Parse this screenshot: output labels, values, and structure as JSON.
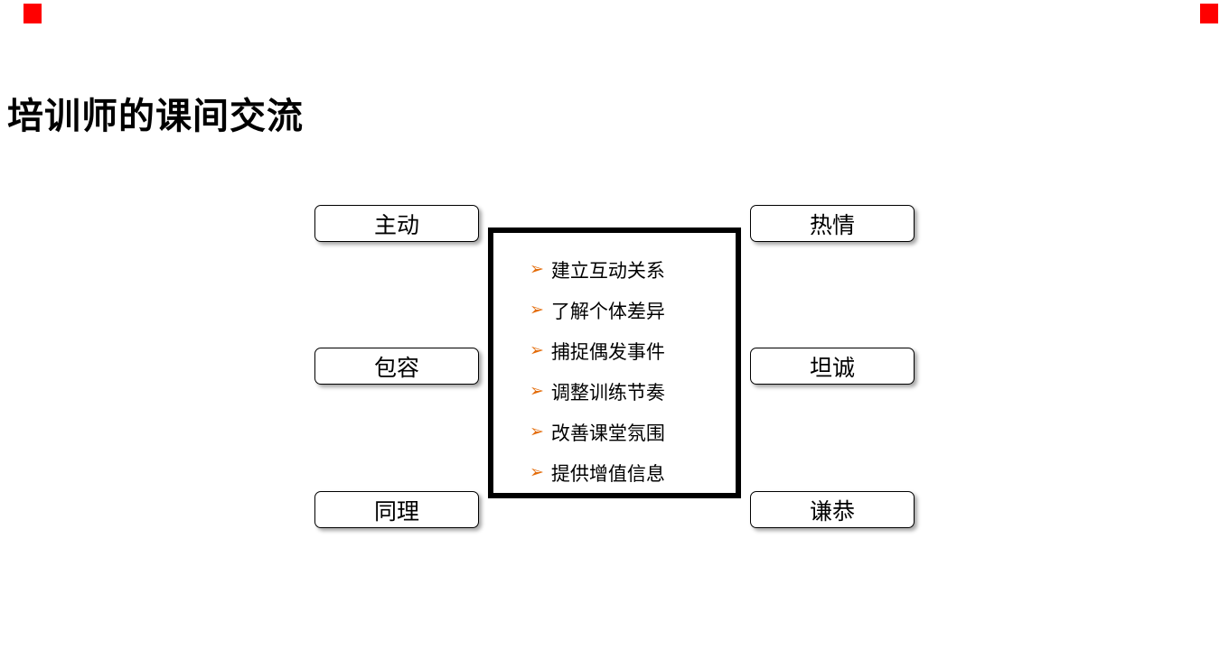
{
  "slide": {
    "title": "培训师的课间交流",
    "bullet_glyph": "➢",
    "left_boxes": [
      "主动",
      "包容",
      "同理"
    ],
    "right_boxes": [
      "热情",
      "坦诚",
      "谦恭"
    ],
    "center_list": [
      "建立互动关系",
      "了解个体差异",
      "捕捉偶发事件",
      "调整训练节奏",
      "改善课堂氛围",
      "提供增值信息"
    ],
    "colors": {
      "bullet_orange": "#e36c0a",
      "corner_red": "#ff0000",
      "text": "#000000",
      "background": "#ffffff"
    }
  }
}
